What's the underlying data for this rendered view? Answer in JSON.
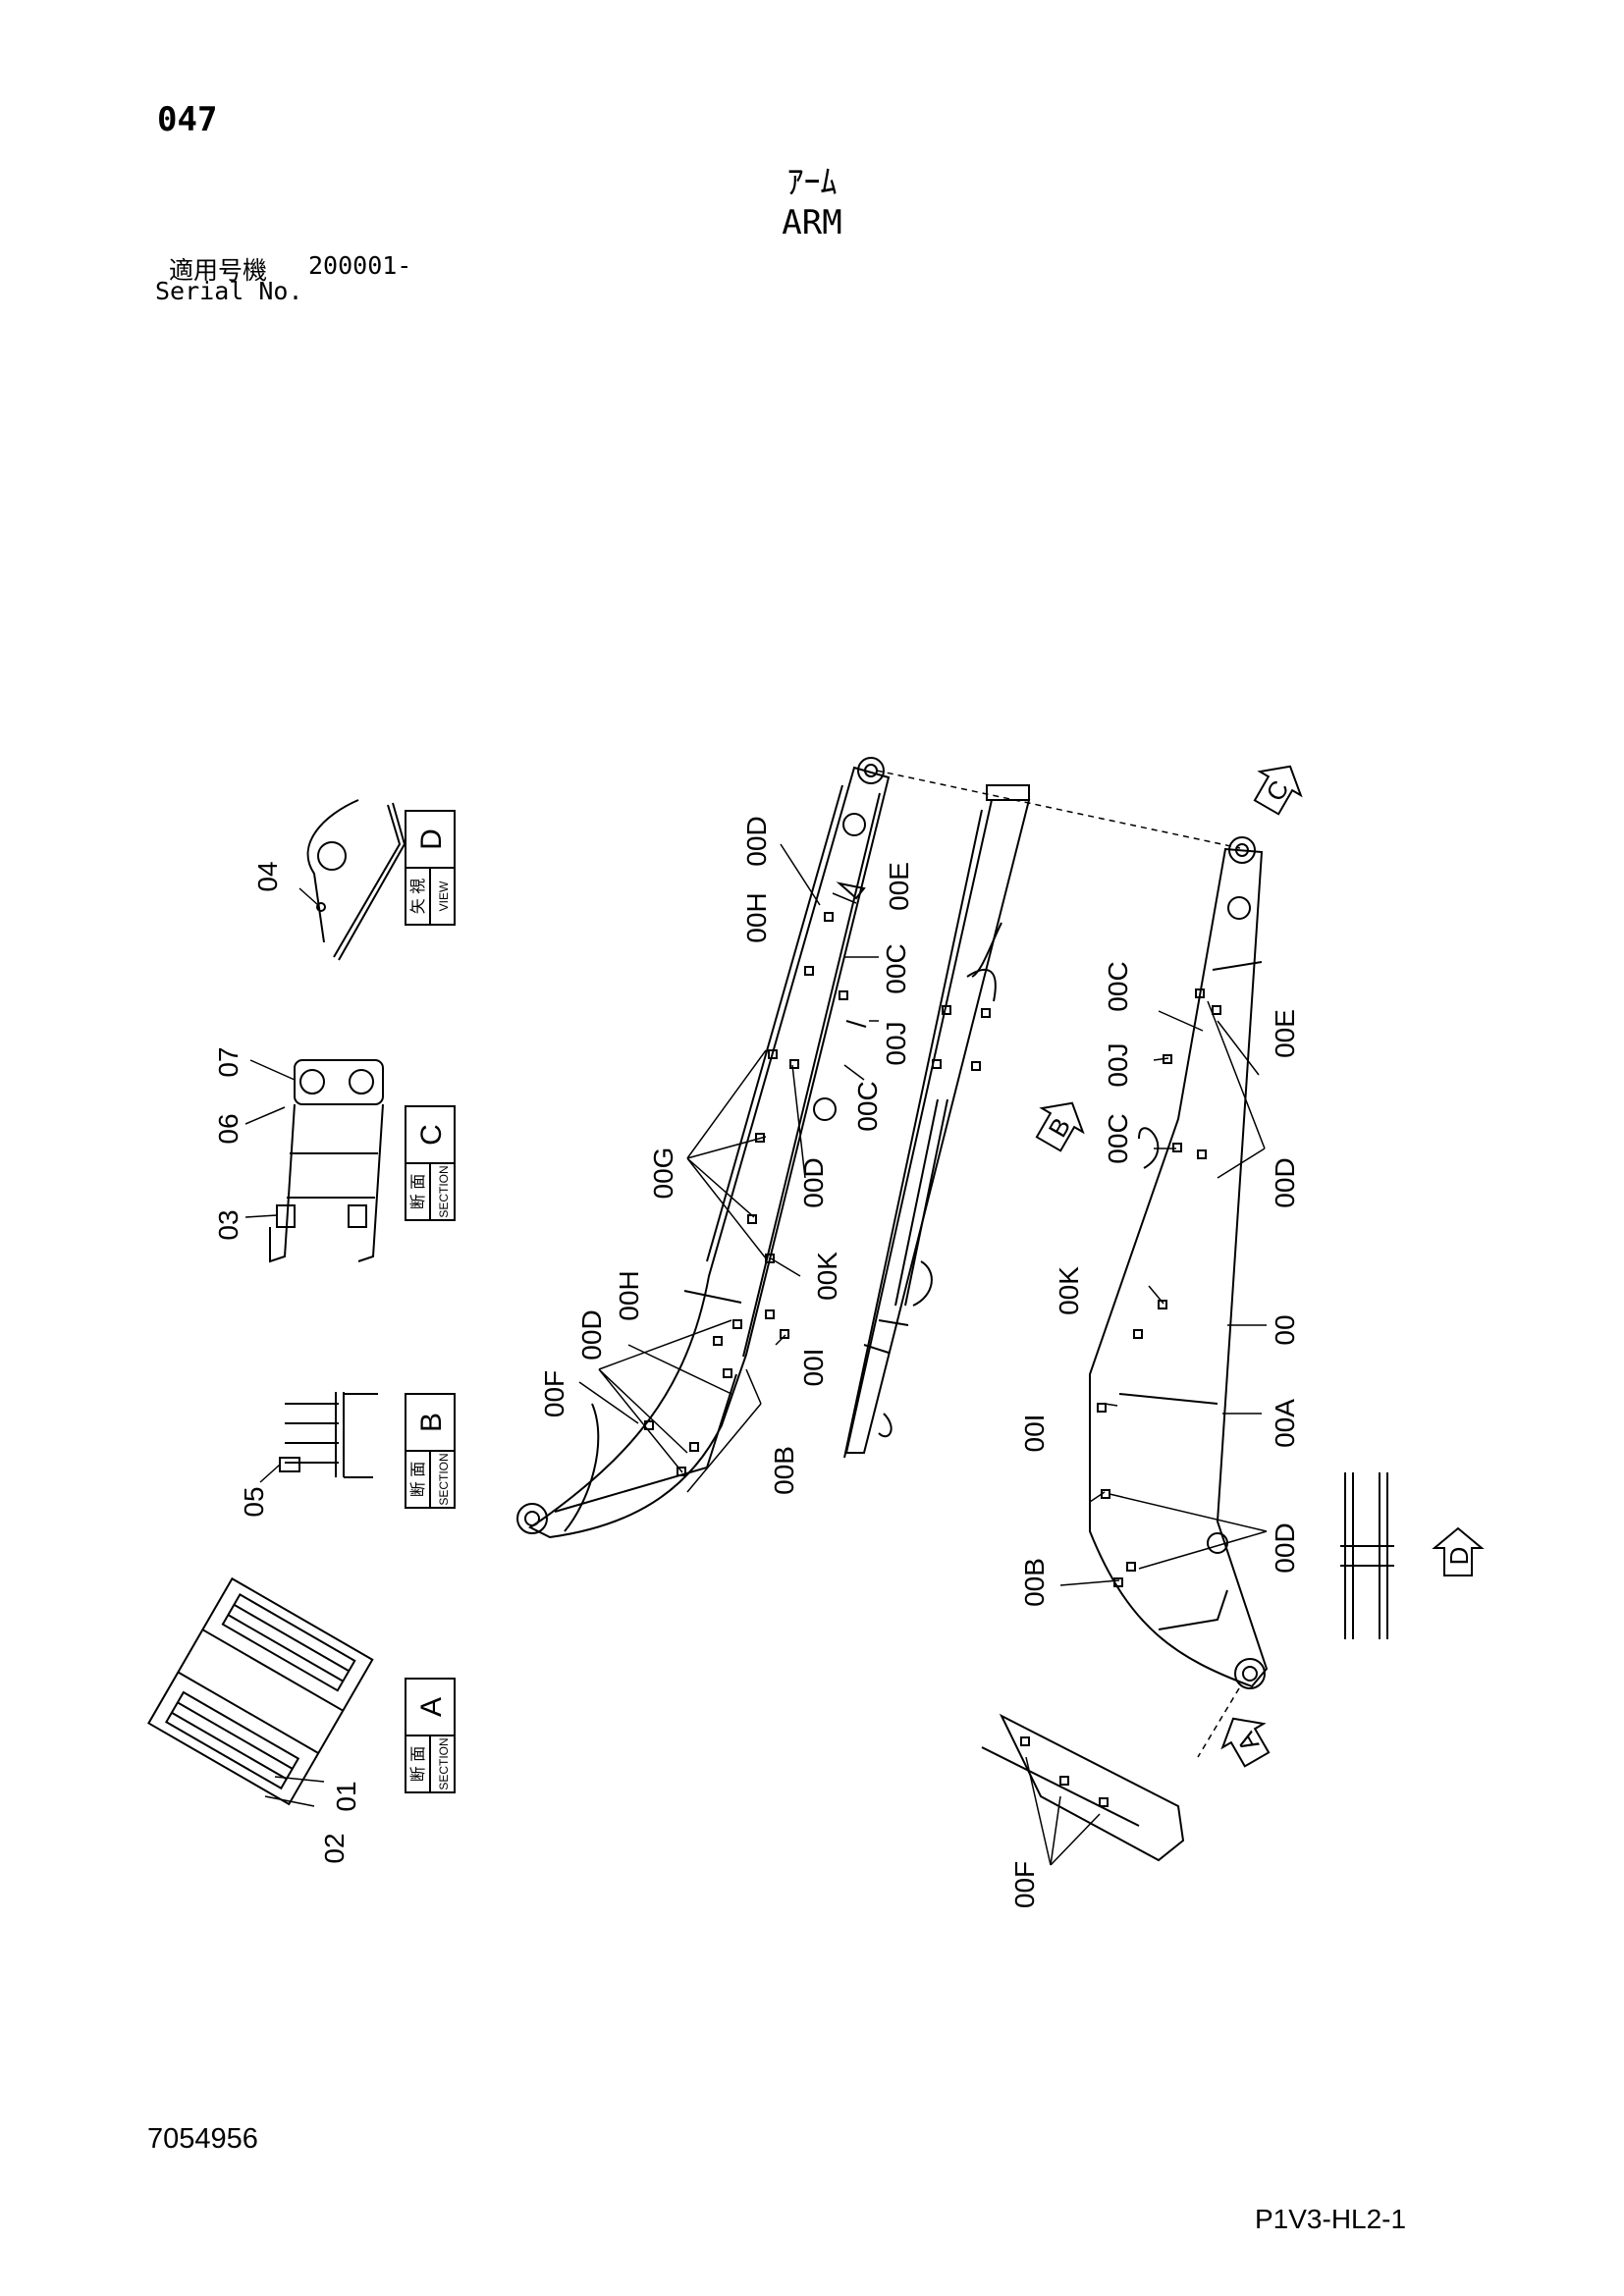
{
  "header": {
    "page_number": "047",
    "title_jp": "ｱｰﾑ",
    "title_en": "ARM",
    "serial_label_jp": "適用号機",
    "serial_value": "200001-",
    "serial_label_en": "Serial No."
  },
  "footer": {
    "document_number": "7054956",
    "page_code": "P1V3-HL2-1"
  },
  "boxes": {
    "d": {
      "jp": "矢 視",
      "en": "VIEW",
      "letter": "D"
    },
    "c": {
      "jp": "断 面",
      "en": "SECTION",
      "letter": "C"
    },
    "b": {
      "jp": "断 面",
      "en": "SECTION",
      "letter": "B"
    },
    "a": {
      "jp": "断 面",
      "en": "SECTION",
      "letter": "A"
    }
  },
  "view_markers": {
    "a": "A",
    "b": "B",
    "c": "C",
    "d": "D"
  },
  "part_labels": {
    "p01": "01",
    "p02": "02",
    "p03": "03",
    "p04": "04",
    "p05": "05",
    "p06": "06",
    "p07": "07"
  },
  "callouts": {
    "l_00h_a": "00H",
    "l_00d_a": "00D",
    "l_00e_a": "00E",
    "l_00c_a": "00C",
    "l_00j_a": "00J",
    "l_00c_b": "00C",
    "l_00g": "00G",
    "l_00d_b": "00D",
    "l_00k_a": "00K",
    "l_00h_b": "00H",
    "l_00d_c": "00D",
    "l_00f_a": "00F",
    "l_00i_a": "00I",
    "l_00b_a": "00B",
    "r_00c_a": "00C",
    "r_00j": "00J",
    "r_00c_b": "00C",
    "r_00e": "00E",
    "r_00d_a": "00D",
    "r_00k": "00K",
    "r_00": "00",
    "r_00i": "00I",
    "r_00a": "00A",
    "r_00b": "00B",
    "r_00d_b": "00D",
    "r_00f": "00F"
  }
}
